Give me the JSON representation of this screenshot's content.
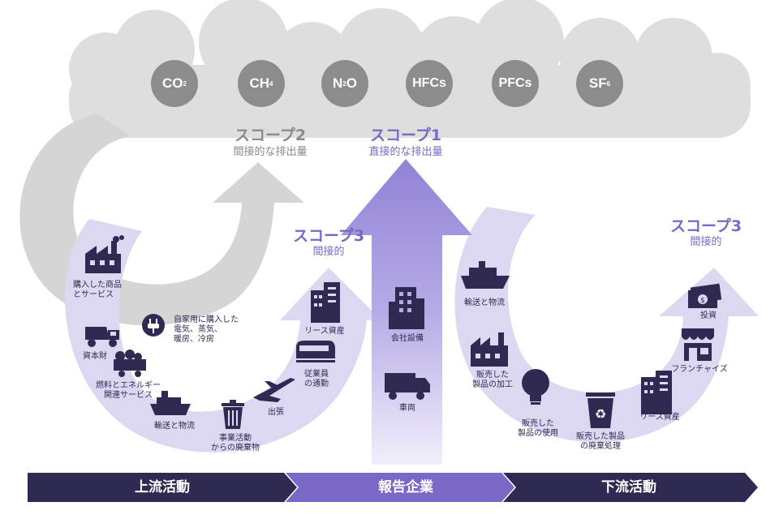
{
  "gases": [
    {
      "base": "CO",
      "sub": "2"
    },
    {
      "base": "CH",
      "sub": "4"
    },
    {
      "base": "N",
      "sub": "2",
      "tail": "O"
    },
    {
      "base": "HFCs",
      "sub": ""
    },
    {
      "base": "PFCs",
      "sub": ""
    },
    {
      "base": "SF",
      "sub": "6"
    }
  ],
  "scopes": {
    "scope2": {
      "title": "スコープ2",
      "subtitle": "間接的な排出量"
    },
    "scope1": {
      "title": "スコープ1",
      "subtitle": "直接的な排出量"
    },
    "scope3_up": {
      "title": "スコープ3",
      "subtitle": "間接的"
    },
    "scope3_down": {
      "title": "スコープ3",
      "subtitle": "間接的"
    }
  },
  "upstream": {
    "purchased_goods": "購入した商品\nとサービス",
    "capital_goods": "資本財",
    "fuel_energy": "燃料とエネルギー\n関連サービス",
    "transport": "輸送と物流",
    "waste": "事業活動\nからの廃棄物",
    "business_travel": "出張",
    "commuting": "従業員\nの通勤",
    "leased_assets": "リース資産",
    "electricity": "自家用に購入した\n電気、蒸気、\n暖房、冷房"
  },
  "company": {
    "facilities": "会社設備",
    "vehicles": "車両"
  },
  "downstream": {
    "transport": "輸送と物流",
    "processing": "販売した\n製品の加工",
    "use": "販売した\n製品の使用",
    "end_of_life": "販売した製品\nの廃棄処理",
    "leased_assets": "リース資産",
    "franchise": "フランチャイズ",
    "investment": "投資"
  },
  "bands": {
    "upstream": "上流活動",
    "company": "報告企業",
    "downstream": "下流活動"
  },
  "colors": {
    "cloud": "#dedede",
    "gas_circle": "#8c8c8c",
    "gray_arrow": "#d3d3d3",
    "purple_light": "#ddd8f2",
    "purple_mid": "#a597df",
    "purple_accent": "#7b68c6",
    "navy": "#2e2a52"
  }
}
